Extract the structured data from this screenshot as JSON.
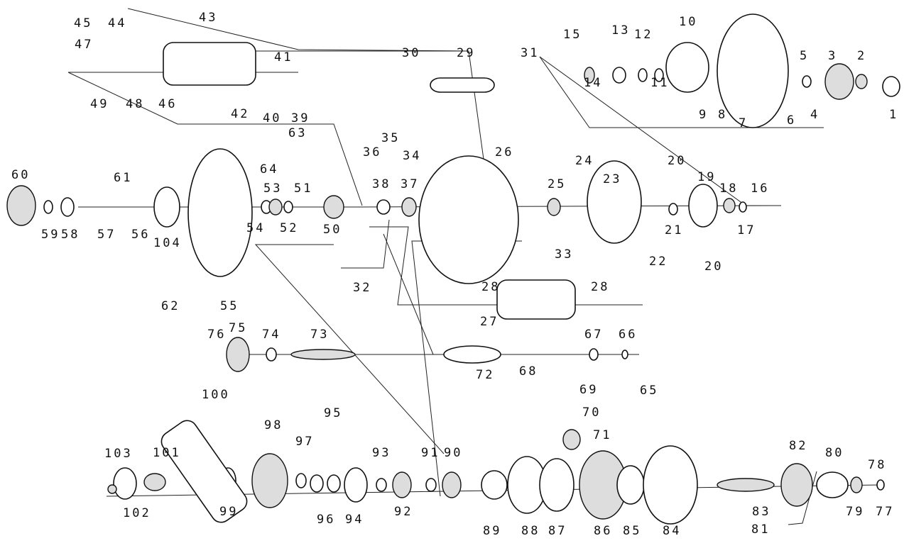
{
  "diagram": {
    "type": "exploded-parts-view",
    "part_labels": [
      "45",
      "44",
      "43",
      "47",
      "41",
      "49",
      "48",
      "46",
      "42",
      "40",
      "39",
      "30",
      "29",
      "31",
      "15",
      "13",
      "12",
      "10",
      "14",
      "11",
      "5",
      "3",
      "2",
      "9",
      "8",
      "7",
      "6",
      "4",
      "1",
      "63",
      "36",
      "35",
      "34",
      "26",
      "24",
      "61",
      "64",
      "53",
      "51",
      "60",
      "23",
      "20",
      "19",
      "18",
      "16",
      "38",
      "37",
      "25",
      "59",
      "58",
      "57",
      "56",
      "104",
      "54",
      "52",
      "50",
      "21",
      "17",
      "33",
      "22",
      "20",
      "32",
      "62",
      "55",
      "28",
      "28",
      "27",
      "76",
      "75",
      "74",
      "73",
      "67",
      "66",
      "72",
      "68",
      "65",
      "69",
      "70",
      "71",
      "100",
      "98",
      "95",
      "97",
      "93",
      "91",
      "90",
      "82",
      "80",
      "78",
      "103",
      "101",
      "99",
      "96",
      "94",
      "92",
      "89",
      "88",
      "87",
      "86",
      "85",
      "84",
      "83",
      "79",
      "77",
      "102",
      "81"
    ]
  }
}
